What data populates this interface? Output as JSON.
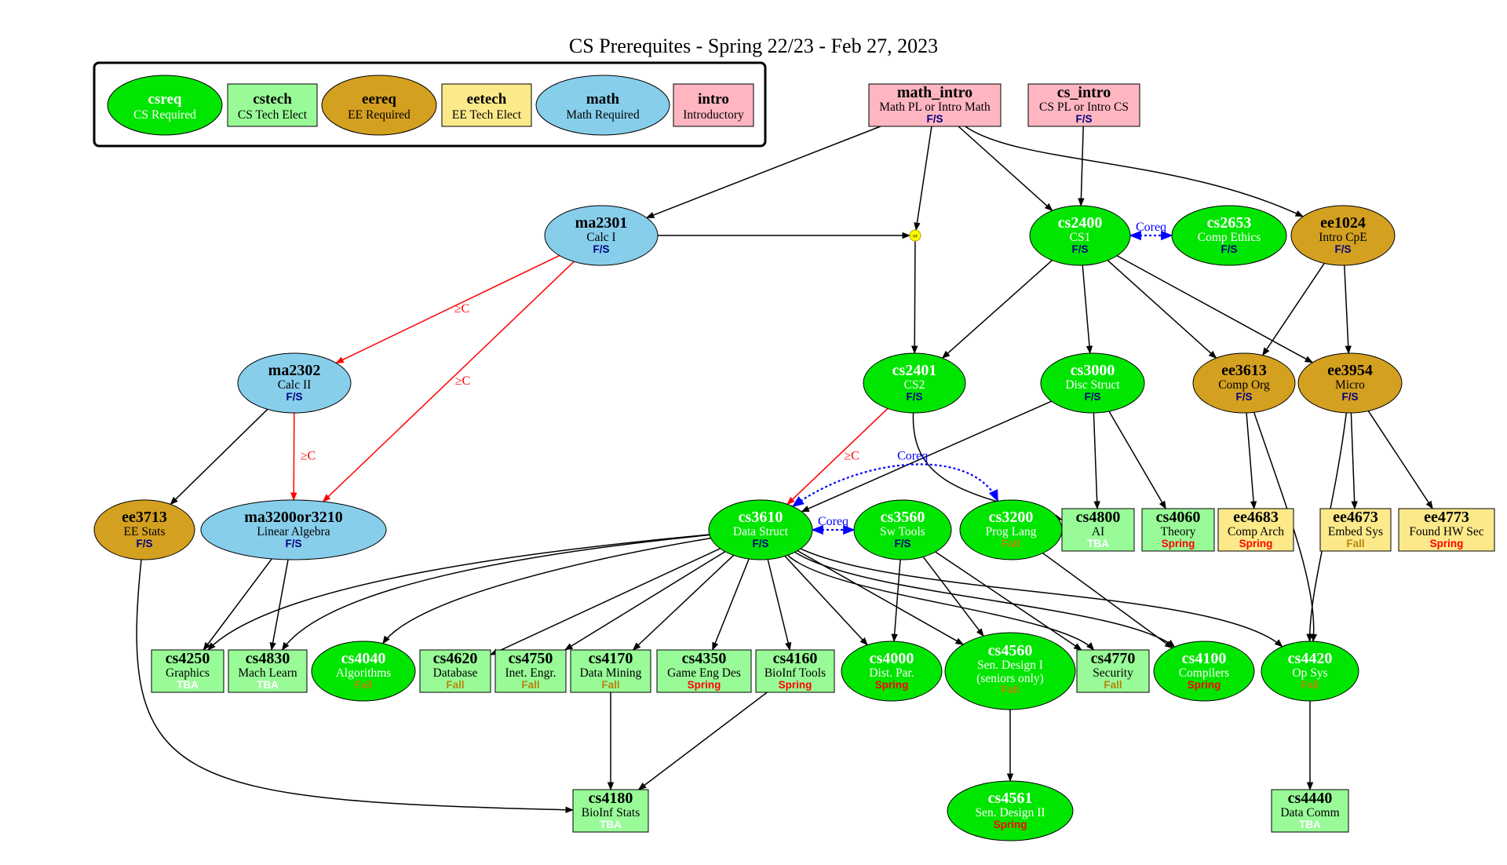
{
  "title": "CS Prerequites - Spring 22/23 - Feb 27, 2023",
  "colors": {
    "csreq": "#00e600",
    "cstech": "#98fb98",
    "eereq": "#d4a020",
    "eetech": "#fce98a",
    "math": "#87ceeb",
    "intro": "#ffb6c1",
    "term_fs": "#000080",
    "term_fall": "#b8860b",
    "term_spring": "#ff0000",
    "term_tba": "#ffffff",
    "edge_default": "#000000",
    "edge_grade": "#ff0000",
    "edge_coreq": "#0000ff",
    "or_node": "#ffff00"
  },
  "legend": [
    {
      "id": "csreq",
      "code": "csreq",
      "name": "CS Required"
    },
    {
      "id": "cstech",
      "code": "cstech",
      "name": "CS Tech Elect"
    },
    {
      "id": "eereq",
      "code": "eereq",
      "name": "EE Required"
    },
    {
      "id": "eetech",
      "code": "eetech",
      "name": "EE Tech Elect"
    },
    {
      "id": "math",
      "code": "math",
      "name": "Math Required"
    },
    {
      "id": "intro",
      "code": "intro",
      "name": "Introductory"
    }
  ],
  "or_label": "or",
  "nodes": [
    {
      "id": "math_intro",
      "code": "math_intro",
      "name": "Math PL or Intro Math",
      "term": "F/S",
      "category": "intro"
    },
    {
      "id": "cs_intro",
      "code": "cs_intro",
      "name": "CS PL or Intro CS",
      "term": "F/S",
      "category": "intro"
    },
    {
      "id": "ma2301",
      "code": "ma2301",
      "name": "Calc I",
      "term": "F/S",
      "category": "math"
    },
    {
      "id": "cs2400",
      "code": "cs2400",
      "name": "CS1",
      "term": "F/S",
      "category": "csreq"
    },
    {
      "id": "cs2653",
      "code": "cs2653",
      "name": "Comp Ethics",
      "term": "F/S",
      "category": "csreq"
    },
    {
      "id": "ee1024",
      "code": "ee1024",
      "name": "Intro CpE",
      "term": "F/S",
      "category": "eereq"
    },
    {
      "id": "ma2302",
      "code": "ma2302",
      "name": "Calc II",
      "term": "F/S",
      "category": "math"
    },
    {
      "id": "cs2401",
      "code": "cs2401",
      "name": "CS2",
      "term": "F/S",
      "category": "csreq"
    },
    {
      "id": "cs3000",
      "code": "cs3000",
      "name": "Disc Struct",
      "term": "F/S",
      "category": "csreq"
    },
    {
      "id": "ee3613",
      "code": "ee3613",
      "name": "Comp Org",
      "term": "F/S",
      "category": "eereq"
    },
    {
      "id": "ee3954",
      "code": "ee3954",
      "name": "Micro",
      "term": "F/S",
      "category": "eereq"
    },
    {
      "id": "ee3713",
      "code": "ee3713",
      "name": "EE Stats",
      "term": "F/S",
      "category": "eereq"
    },
    {
      "id": "ma3200or3210",
      "code": "ma3200or3210",
      "name": "Linear Algebra",
      "term": "F/S",
      "category": "math"
    },
    {
      "id": "cs3610",
      "code": "cs3610",
      "name": "Data Struct",
      "term": "F/S",
      "category": "csreq"
    },
    {
      "id": "cs3560",
      "code": "cs3560",
      "name": "Sw Tools",
      "term": "F/S",
      "category": "csreq"
    },
    {
      "id": "cs3200",
      "code": "cs3200",
      "name": "Prog Lang",
      "term": "Fall",
      "category": "csreq"
    },
    {
      "id": "cs4800",
      "code": "cs4800",
      "name": "AI",
      "term": "TBA",
      "category": "cstech"
    },
    {
      "id": "cs4060",
      "code": "cs4060",
      "name": "Theory",
      "term": "Spring",
      "category": "cstech"
    },
    {
      "id": "ee4683",
      "code": "ee4683",
      "name": "Comp Arch",
      "term": "Spring",
      "category": "eetech"
    },
    {
      "id": "ee4673",
      "code": "ee4673",
      "name": "Embed Sys",
      "term": "Fall",
      "category": "eetech"
    },
    {
      "id": "ee4773",
      "code": "ee4773",
      "name": "Found HW Sec",
      "term": "Spring",
      "category": "eetech"
    },
    {
      "id": "cs4250",
      "code": "cs4250",
      "name": "Graphics",
      "term": "TBA",
      "category": "cstech"
    },
    {
      "id": "cs4830",
      "code": "cs4830",
      "name": "Mach Learn",
      "term": "TBA",
      "category": "cstech"
    },
    {
      "id": "cs4040",
      "code": "cs4040",
      "name": "Algorithms",
      "term": "Fall",
      "category": "csreq"
    },
    {
      "id": "cs4620",
      "code": "cs4620",
      "name": "Database",
      "term": "Fall",
      "category": "cstech"
    },
    {
      "id": "cs4750",
      "code": "cs4750",
      "name": "Inet. Engr.",
      "term": "Fall",
      "category": "cstech"
    },
    {
      "id": "cs4170",
      "code": "cs4170",
      "name": "Data Mining",
      "term": "Fall",
      "category": "cstech"
    },
    {
      "id": "cs4350",
      "code": "cs4350",
      "name": "Game Eng Des",
      "term": "Spring",
      "category": "cstech"
    },
    {
      "id": "cs4160",
      "code": "cs4160",
      "name": "BioInf Tools",
      "term": "Spring",
      "category": "cstech"
    },
    {
      "id": "cs4000",
      "code": "cs4000",
      "name": "Dist. Par.",
      "term": "Spring",
      "category": "csreq"
    },
    {
      "id": "cs4560",
      "code": "cs4560",
      "name": "Sen. Design I",
      "name2": "(seniors only)",
      "term": "Fall",
      "category": "csreq"
    },
    {
      "id": "cs4770",
      "code": "cs4770",
      "name": "Security",
      "term": "Fall",
      "category": "cstech"
    },
    {
      "id": "cs4100",
      "code": "cs4100",
      "name": "Compilers",
      "term": "Spring",
      "category": "csreq"
    },
    {
      "id": "cs4420",
      "code": "cs4420",
      "name": "Op Sys",
      "term": "Fall",
      "category": "csreq"
    },
    {
      "id": "cs4180",
      "code": "cs4180",
      "name": "BioInf Stats",
      "term": "TBA",
      "category": "cstech"
    },
    {
      "id": "cs4561",
      "code": "cs4561",
      "name": "Sen. Design II",
      "term": "Spring",
      "category": "csreq"
    },
    {
      "id": "cs4440",
      "code": "cs4440",
      "name": "Data Comm",
      "term": "TBA",
      "category": "cstech"
    }
  ],
  "edges": [
    {
      "from": "math_intro",
      "to": "ma2301"
    },
    {
      "from": "math_intro",
      "to": "or"
    },
    {
      "from": "math_intro",
      "to": "cs2400"
    },
    {
      "from": "math_intro",
      "to": "ee1024"
    },
    {
      "from": "cs_intro",
      "to": "cs2400"
    },
    {
      "from": "ma2301",
      "to": "or"
    },
    {
      "from": "or",
      "to": "cs2401"
    },
    {
      "from": "ma2301",
      "to": "ma2302",
      "type": "grade",
      "label": "≥C"
    },
    {
      "from": "ma2301",
      "to": "ma3200or3210",
      "type": "grade",
      "label": "≥C"
    },
    {
      "from": "ma2302",
      "to": "ma3200or3210",
      "type": "grade",
      "label": "≥C"
    },
    {
      "from": "ma2302",
      "to": "ee3713"
    },
    {
      "from": "cs2400",
      "to": "cs2653",
      "type": "coreq",
      "label": "Coreq"
    },
    {
      "from": "cs2400",
      "to": "cs2401"
    },
    {
      "from": "cs2400",
      "to": "cs3000"
    },
    {
      "from": "cs2400",
      "to": "ee3613"
    },
    {
      "from": "cs2400",
      "to": "ee3954"
    },
    {
      "from": "ee1024",
      "to": "ee3613"
    },
    {
      "from": "ee1024",
      "to": "ee3954"
    },
    {
      "from": "cs2401",
      "to": "cs3610",
      "type": "grade",
      "label": "≥C"
    },
    {
      "from": "cs2401",
      "to": "cs4800"
    },
    {
      "from": "cs3000",
      "to": "cs3610"
    },
    {
      "from": "cs3000",
      "to": "cs4800"
    },
    {
      "from": "cs3000",
      "to": "cs4060"
    },
    {
      "from": "cs3610",
      "to": "cs3200",
      "type": "coreq",
      "label": "Coreq"
    },
    {
      "from": "cs3610",
      "to": "cs3560",
      "type": "coreq",
      "label": "Coreq"
    },
    {
      "from": "ee3613",
      "to": "ee4683"
    },
    {
      "from": "ee3613",
      "to": "cs4420"
    },
    {
      "from": "ee3954",
      "to": "ee4673"
    },
    {
      "from": "ee3954",
      "to": "ee4773"
    },
    {
      "from": "ee3954",
      "to": "cs4420"
    },
    {
      "from": "ma3200or3210",
      "to": "cs4250"
    },
    {
      "from": "ma3200or3210",
      "to": "cs4830"
    },
    {
      "from": "ee3713",
      "to": "cs4180"
    },
    {
      "from": "cs3610",
      "to": "cs4250"
    },
    {
      "from": "cs3610",
      "to": "cs4830"
    },
    {
      "from": "cs3610",
      "to": "cs4040"
    },
    {
      "from": "cs3610",
      "to": "cs4620"
    },
    {
      "from": "cs3610",
      "to": "cs4750"
    },
    {
      "from": "cs3610",
      "to": "cs4170"
    },
    {
      "from": "cs3610",
      "to": "cs4350"
    },
    {
      "from": "cs3610",
      "to": "cs4160"
    },
    {
      "from": "cs3610",
      "to": "cs4000"
    },
    {
      "from": "cs3610",
      "to": "cs4560"
    },
    {
      "from": "cs3610",
      "to": "cs4770"
    },
    {
      "from": "cs3610",
      "to": "cs4100"
    },
    {
      "from": "cs3610",
      "to": "cs4420"
    },
    {
      "from": "cs3560",
      "to": "cs4000"
    },
    {
      "from": "cs3560",
      "to": "cs4560"
    },
    {
      "from": "cs3560",
      "to": "cs4770"
    },
    {
      "from": "cs3200",
      "to": "cs4100"
    },
    {
      "from": "cs4170",
      "to": "cs4180"
    },
    {
      "from": "cs4160",
      "to": "cs4180"
    },
    {
      "from": "cs4560",
      "to": "cs4561"
    },
    {
      "from": "cs4420",
      "to": "cs4440"
    }
  ]
}
